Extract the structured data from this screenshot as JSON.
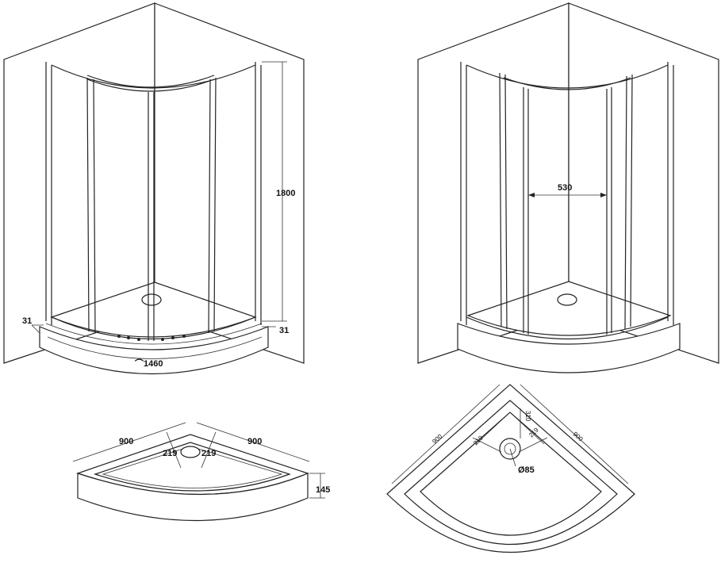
{
  "front_view": {
    "dim_height": "1800",
    "dim_side_left": "31",
    "dim_side_right": "31",
    "dim_arc": "⌒1460"
  },
  "open_view": {
    "dim_opening": "530"
  },
  "tray_perspective": {
    "dim_left_edge": "900",
    "dim_right_edge": "900",
    "dim_drain_left": "219",
    "dim_drain_right": "219",
    "dim_tray_height": "145"
  },
  "tray_plan": {
    "dim_left_edge": "900",
    "dim_right_edge": "900",
    "dim_offset_vertical": "310",
    "dim_offset_left": "219",
    "dim_offset_right": "219",
    "dim_drain_diameter": "Ø85"
  }
}
